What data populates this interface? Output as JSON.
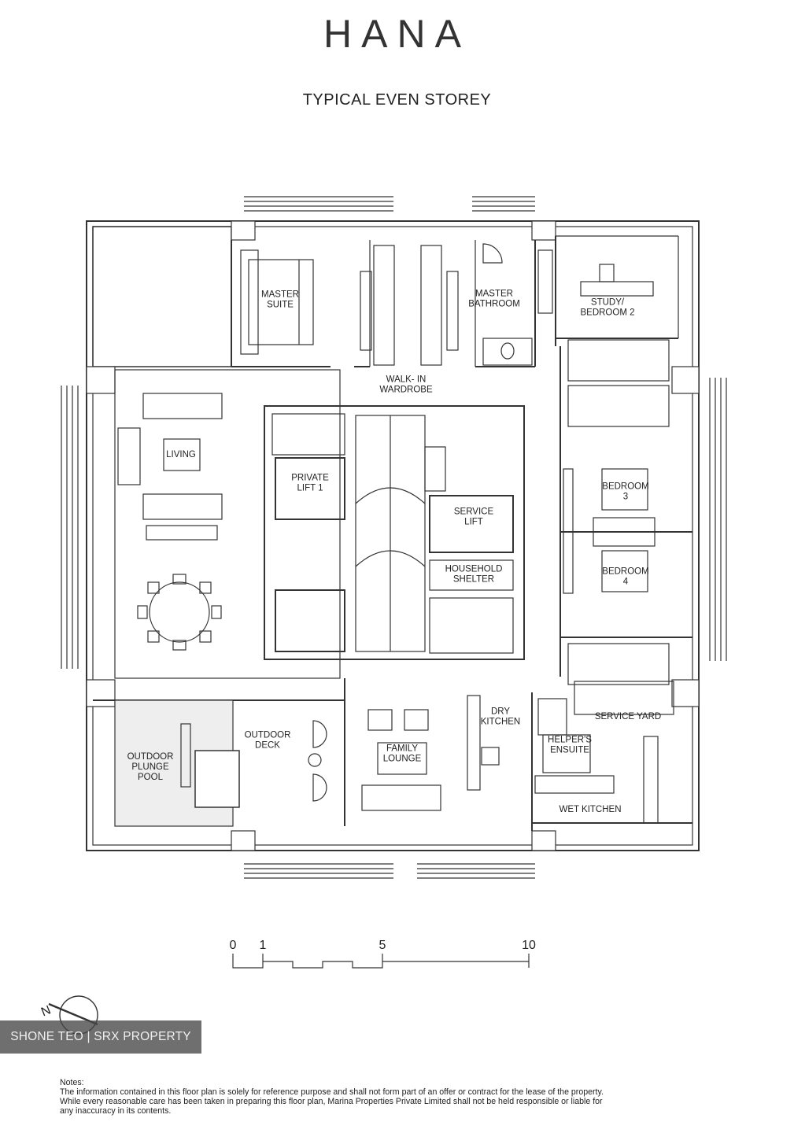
{
  "brand": "HANA",
  "subtitle": "TYPICAL EVEN STOREY",
  "rooms": {
    "master_suite": [
      "MASTER",
      "SUITE"
    ],
    "master_bathroom": [
      "MASTER",
      "BATHROOM"
    ],
    "study": [
      "STUDY/",
      "BEDROOM 2"
    ],
    "walk_in": [
      "WALK- IN",
      "WARDROBE"
    ],
    "living": [
      "LIVING"
    ],
    "private_lift": [
      "PRIVATE",
      "LIFT 1"
    ],
    "service_lift": [
      "SERVICE",
      "LIFT"
    ],
    "household_shelter": [
      "HOUSEHOLD",
      "SHELTER"
    ],
    "bedroom3": [
      "BEDROOM",
      "3"
    ],
    "bedroom4": [
      "BEDROOM",
      "4"
    ],
    "outdoor_deck": [
      "OUTDOOR",
      "DECK"
    ],
    "plunge_pool": [
      "OUTDOOR",
      "PLUNGE",
      "POOL"
    ],
    "family_lounge": [
      "FAMILY",
      "LOUNGE"
    ],
    "dry_kitchen": [
      "DRY",
      "KITCHEN"
    ],
    "service_yard": [
      "SERVICE YARD"
    ],
    "helpers_ensuite": [
      "HELPER'S",
      "ENSUITE"
    ],
    "wet_kitchen": [
      "WET KITCHEN"
    ]
  },
  "scale": {
    "labels": [
      "0",
      "1",
      "5",
      "10"
    ]
  },
  "compass": {
    "label": "N"
  },
  "watermark": "SHONE TEO | SRX PROPERTY",
  "notes": {
    "heading": "Notes:",
    "lines": [
      "The information contained in this floor plan is solely for reference purpose and shall not form part of an offer or contract for the lease of the property.",
      "While every reasonable care has been taken in preparing this floor plan, Marina Properties Private Limited shall not be held responsible or liable for",
      "any inaccuracy in its contents."
    ]
  }
}
